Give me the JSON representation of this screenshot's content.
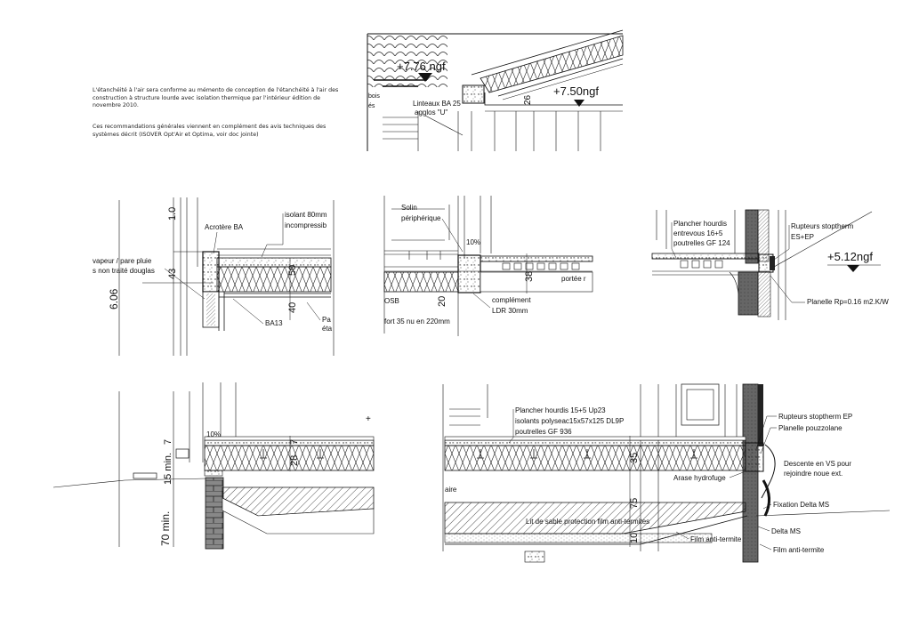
{
  "notes": [
    "L'étanchéité à l'air sera conforme au mémento de conception de l'étanchéité à l'air des construction à structure lourde avec isolation thermique par l'intérieur édition de novembre 2010.",
    "Ces recommandations générales viennent en complément des avis techniques des systèmes décrit (ISOVER Opt'Air et Optima, voir doc jointe)"
  ],
  "d1": {
    "level_776": "+7.76 ngf",
    "level_750": "+7.50ngf",
    "lintel": "Linteaux BA 25",
    "agglos": "agglos \"U\"",
    "dim_26": "26",
    "frag_bois": "bois",
    "frag_es": "és"
  },
  "d2": {
    "acrotere": "Acrotère BA",
    "isolant_1": "isolant 80mm",
    "isolant_2": "incompressib",
    "vapeur_1": "vapeur / pare pluie",
    "vapeur_2": "s non traité douglas",
    "ba13": "BA13",
    "pa": "Pa",
    "eta": "éta",
    "dim_10": "1.0",
    "dim_43": "43",
    "dim_606": "6.06",
    "dim_50": "50",
    "dim_40": "40"
  },
  "d3": {
    "solin_1": "Solin",
    "solin_2": "périphérique",
    "slope": "10%",
    "osb": "OSB",
    "dim_20": "20",
    "dim_38": "38",
    "complement": "complément",
    "ldr": "LDR 30mm",
    "portee": "portée r",
    "effort": "fort 35 nu en 220mm"
  },
  "d4": {
    "plancher_1": "Plancher hourdis",
    "plancher_2": "entrevous 16+5",
    "plancher_3": "poutrelles GF 124",
    "rupteurs_1": "Rupteurs stoptherm",
    "rupteurs_2": "ES+EP",
    "level_512": "+5.12ngf",
    "planelle": "Planelle Rp=0.16 m2.K/W"
  },
  "d5": {
    "slope": "10%",
    "dim_7": "7",
    "dim_15": "15 min.",
    "dim_70": "70 min.",
    "dim_28": "28",
    "dim_7b": "7",
    "plus": "+"
  },
  "d6": {
    "plancher_1": "Plancher hourdis 15+5 Up23",
    "plancher_2": "isolants polyseac15x57x125 DL9P",
    "plancher_3": "poutrelles GF 936",
    "rupteurs": "Rupteurs stoptherm EP",
    "planelle": "Planelle pouzzolane",
    "descente_1": "Descente en VS pour",
    "descente_2": "rejoindre noue ext.",
    "arase": "Arase hydrofuge",
    "fixation": "Fixation Delta MS",
    "delta": "Delta MS",
    "film_1": "Film anti-termite",
    "film_2": "Film anti-termite",
    "lit": "Lit de sable protection film anti-termites",
    "aire": "aire",
    "dim_35": "35",
    "dim_75": "75",
    "dim_10": "10"
  }
}
